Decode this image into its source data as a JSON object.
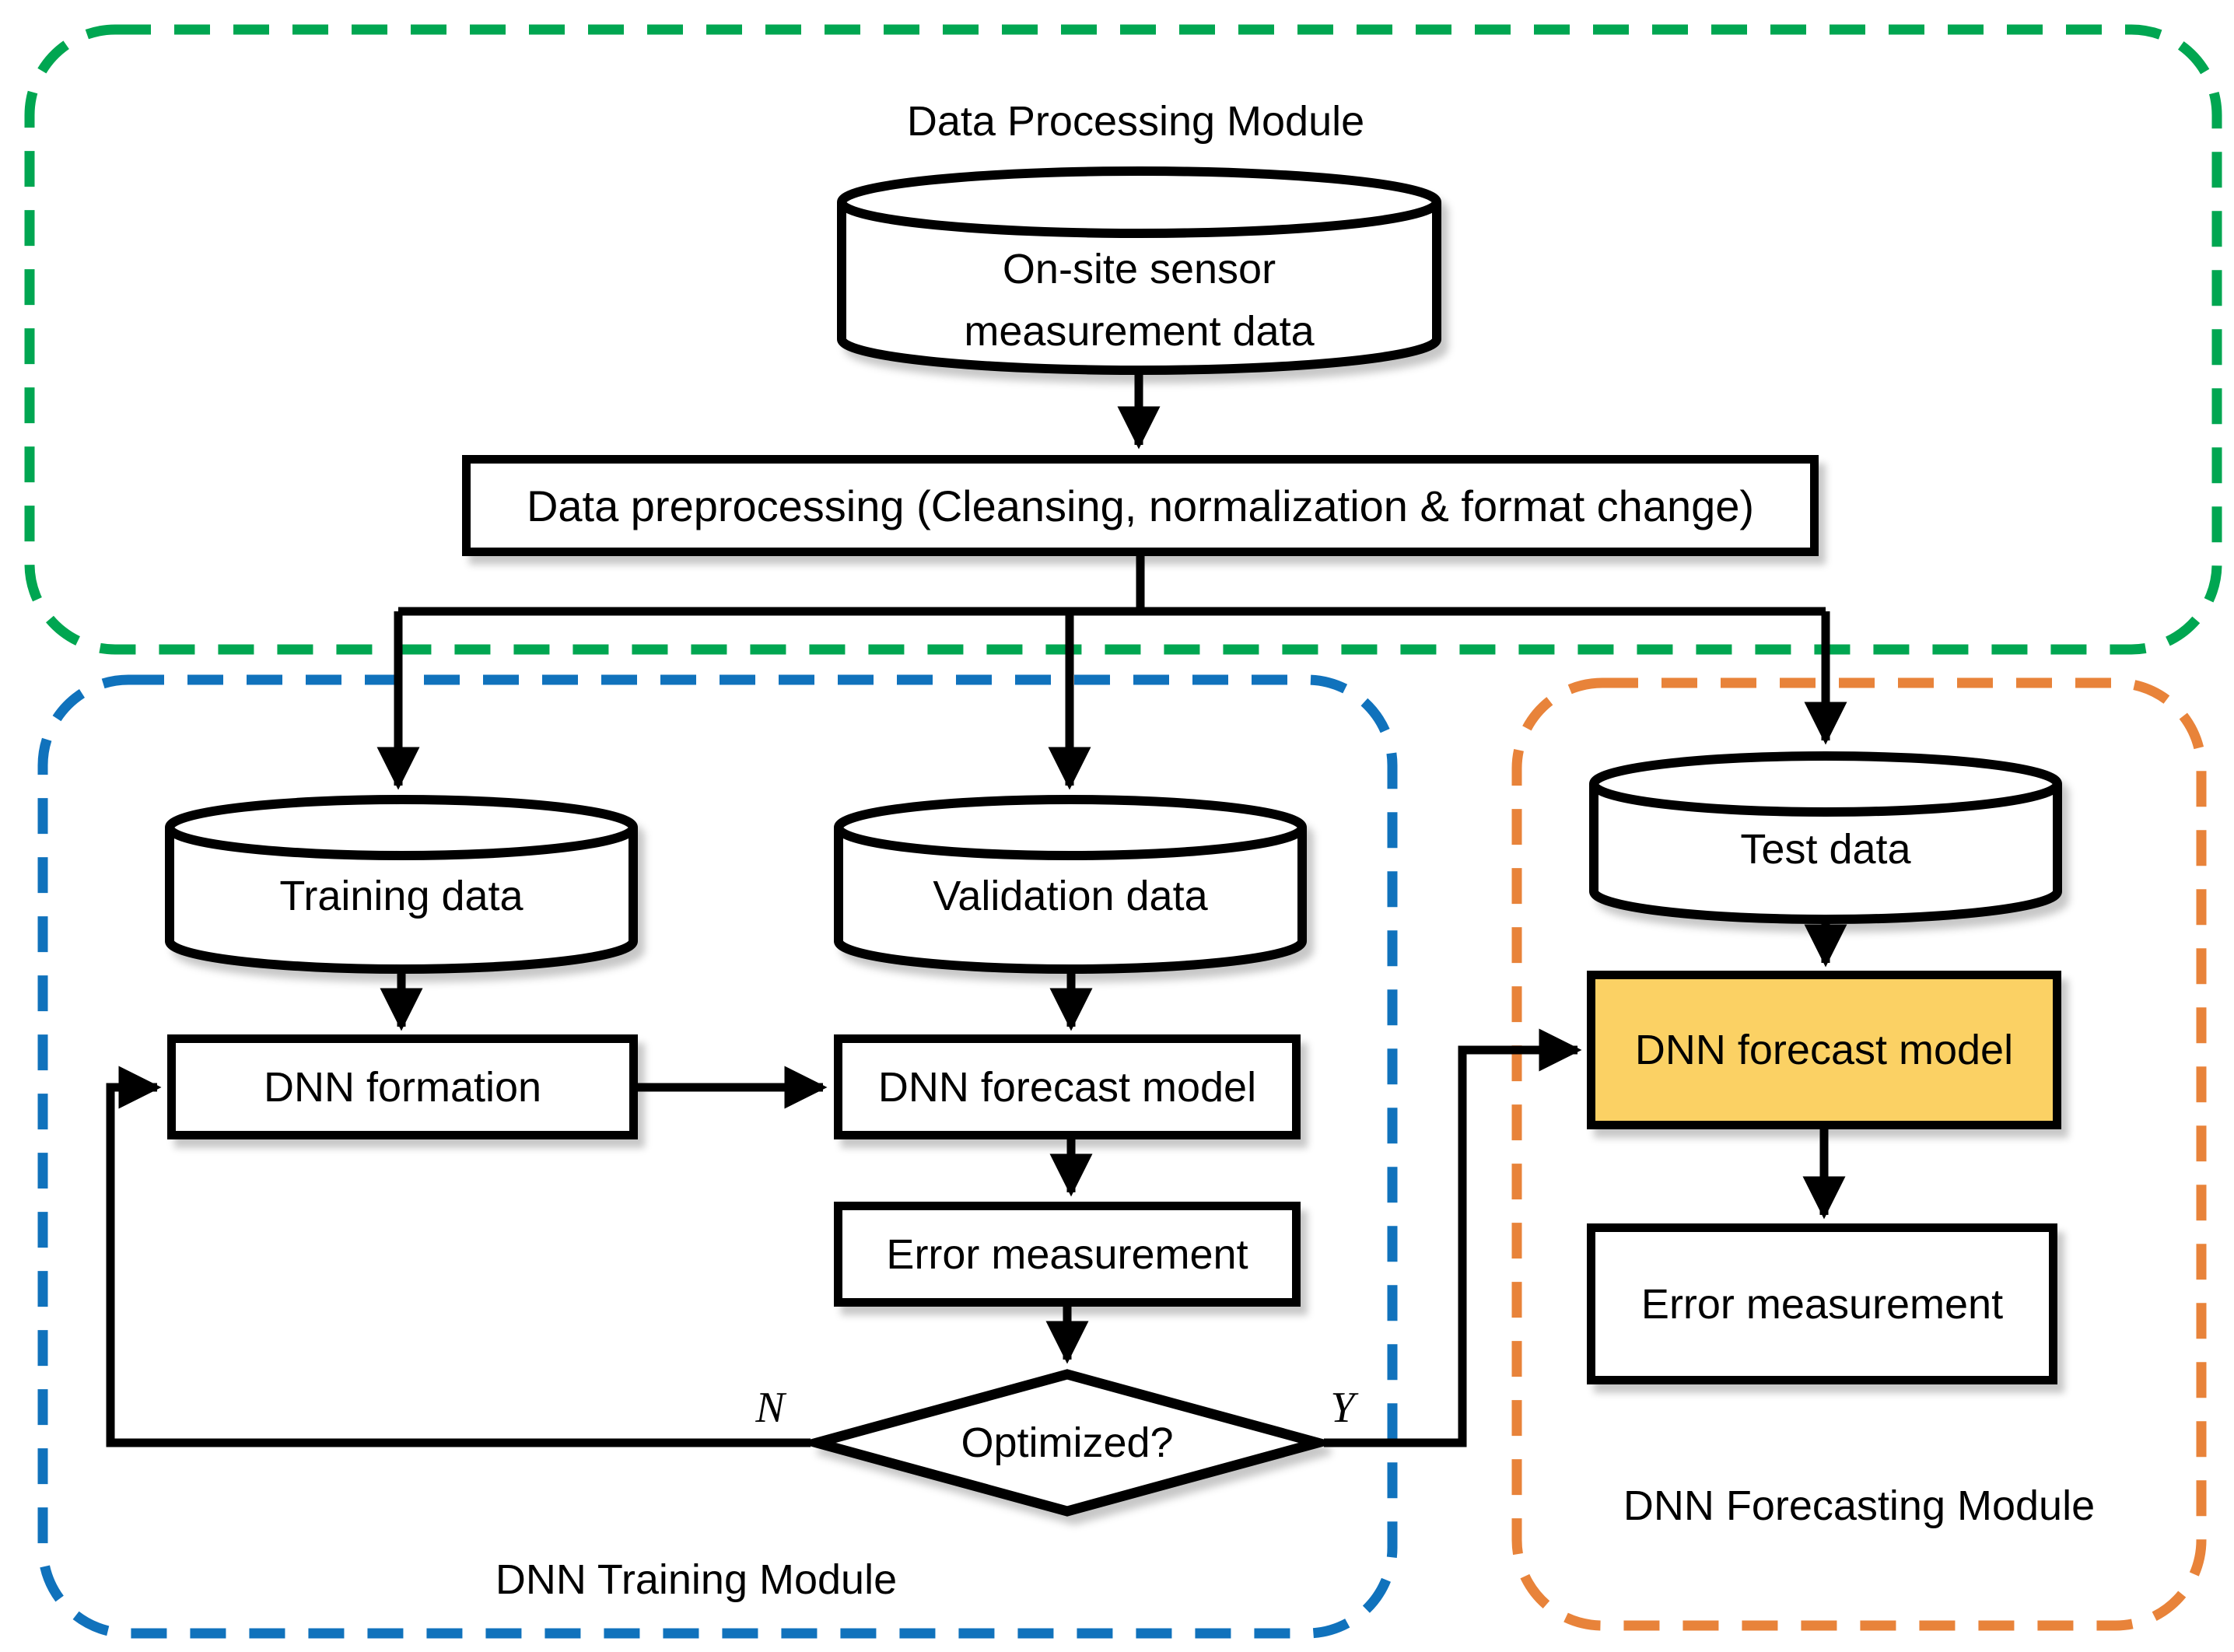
{
  "modules": {
    "processing": {
      "title": "Data Processing Module"
    },
    "training": {
      "title": "DNN Training Module"
    },
    "forecasting": {
      "title": "DNN Forecasting Module"
    }
  },
  "nodes": {
    "sensor_db": {
      "line1": "On-site sensor",
      "line2": "measurement data"
    },
    "preprocess": {
      "label": "Data preprocessing (Cleansing, normalization & format change)"
    },
    "training_db": {
      "label": "Training data"
    },
    "validation_db": {
      "label": "Validation data"
    },
    "test_db": {
      "label": "Test data"
    },
    "dnn_formation": {
      "label": "DNN formation"
    },
    "dnn_forecast_train": {
      "label": "DNN forecast model"
    },
    "error_train": {
      "label": "Error measurement"
    },
    "decision": {
      "label": "Optimized?",
      "no": "N",
      "yes": "Y"
    },
    "dnn_forecast_test": {
      "label": "DNN forecast model"
    },
    "error_test": {
      "label": "Error measurement"
    }
  },
  "colors": {
    "processing_border": "#00A651",
    "training_border": "#1072BC",
    "forecasting_border": "#E8833A",
    "highlight_fill": "#FBD164",
    "line": "#000000"
  }
}
